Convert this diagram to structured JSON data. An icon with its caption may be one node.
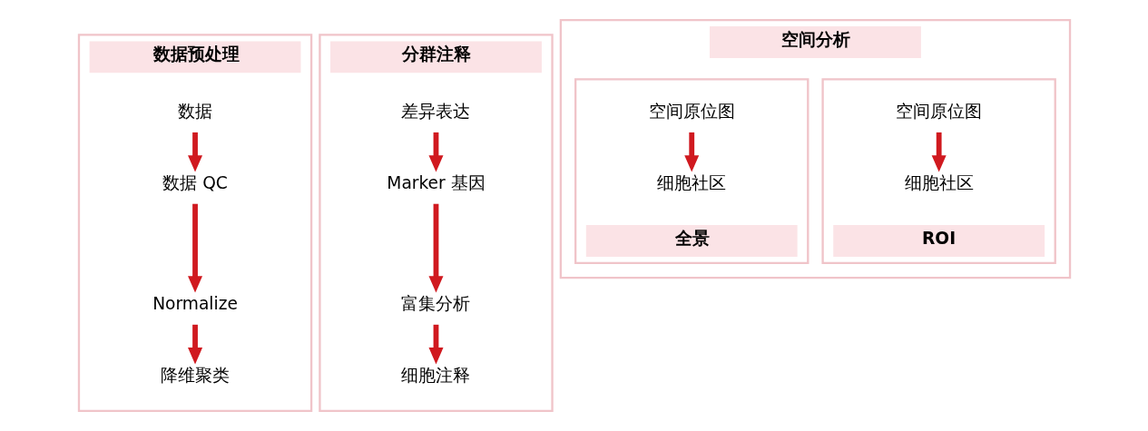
{
  "diagram": {
    "nodes": [
      {
        "text": [
          "数据预处理"
        ]
      },
      {
        "text": [
          "数据"
        ],
        "in": 0
      },
      {
        "text": [
          "数据 QC"
        ],
        "in": 0
      },
      {
        "text": [
          "Normalize"
        ],
        "in": 0
      },
      {
        "text": [
          "降维聚类"
        ],
        "in": 0
      },
      {
        "text": [
          "分群注释"
        ]
      },
      {
        "text": [
          "差异表达"
        ],
        "in": 5
      },
      {
        "text": [
          "Marker 基因"
        ],
        "in": 5
      },
      {
        "text": [
          "富集分析"
        ],
        "in": 5
      },
      {
        "text": [
          "细胞注释"
        ],
        "in": 5
      },
      {
        "text": [
          "空间分析"
        ]
      },
      {
        "text": [
          "全景"
        ],
        "in": 10
      },
      {
        "text": [
          "空间原位图"
        ],
        "in": 11
      },
      {
        "text": [
          "细胞社区"
        ],
        "in": 11
      },
      {
        "text": [
          "ROI"
        ],
        "in": 10
      },
      {
        "text": [
          "空间原位图"
        ],
        "in": 14
      },
      {
        "text": [
          "细胞社区"
        ],
        "in": 14
      }
    ],
    "edges": [
      {
        "from": 1,
        "to": 2,
        "arrow": "to"
      },
      {
        "from": 2,
        "to": 3,
        "arrow": "to"
      },
      {
        "from": 3,
        "to": 4,
        "arrow": "to"
      },
      {
        "from": 6,
        "to": 7,
        "arrow": "to"
      },
      {
        "from": 7,
        "to": 8,
        "arrow": "to"
      },
      {
        "from": 8,
        "to": 9,
        "arrow": "to"
      },
      {
        "from": 12,
        "to": 13,
        "arrow": "to"
      },
      {
        "from": 15,
        "to": 16,
        "arrow": "to"
      }
    ]
  }
}
